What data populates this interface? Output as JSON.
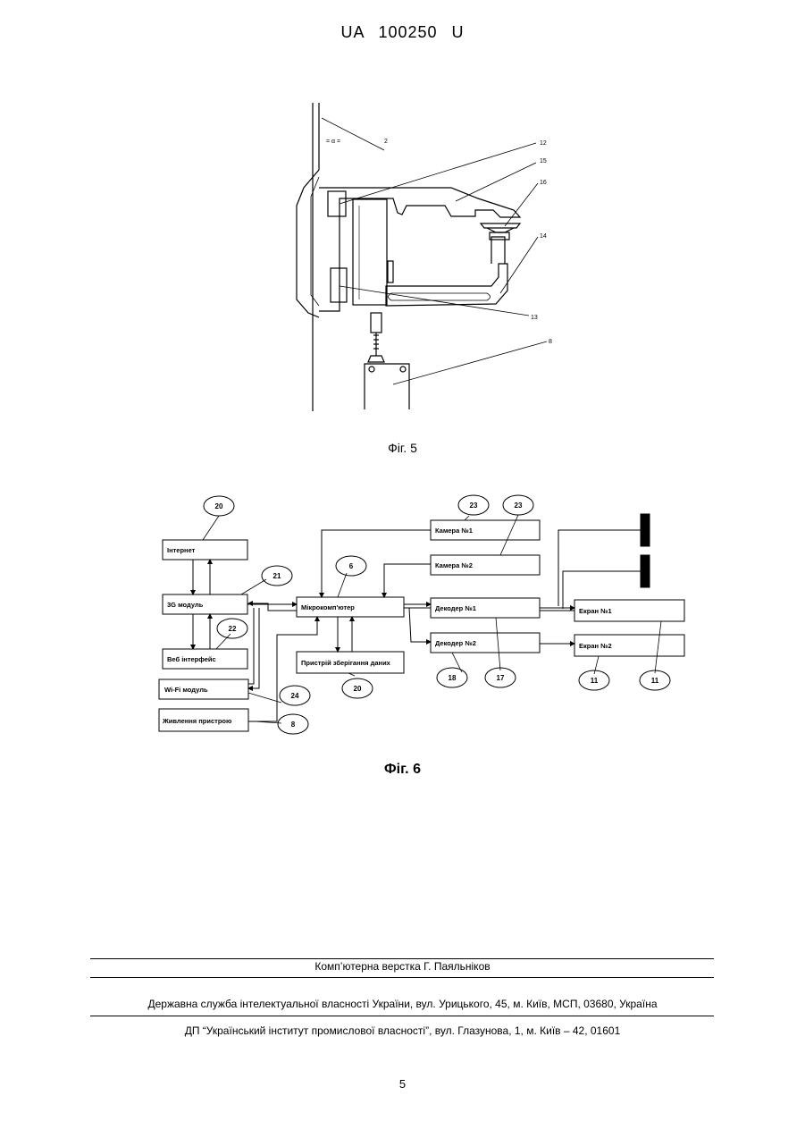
{
  "header": {
    "doc_number": "UA   100250   U"
  },
  "fig5": {
    "caption": "Фіг. 5",
    "labels": [
      "2",
      "12",
      "15",
      "16",
      "14",
      "13",
      "8"
    ],
    "mark_a": "= α ="
  },
  "fig6": {
    "caption": "Фіг. 6",
    "blocks": {
      "internet": "Інтернет",
      "module_3g": "3G модуль",
      "web_interface": "Веб інтерфейс",
      "wifi_module": "Wi-Fi модуль",
      "power": "Живлення пристрою",
      "microcomputer": "Мікрокомп'ютер",
      "storage": "Пристрій зберігання даних",
      "camera1": "Камера №1",
      "camera2": "Камера №2",
      "decoder1": "Декодер №1",
      "decoder2": "Декодер №2",
      "screen1": "Екран №1",
      "screen2": "Екран №2"
    },
    "callouts": {
      "c_internet": "20",
      "c_3g": "21",
      "c_web": "22",
      "c_micro": "6",
      "c_cam1": "23",
      "c_cam2": "23",
      "c_storage": "20",
      "c_wifi": "24",
      "c_power": "8",
      "c_dec2": "18",
      "c_dec1": "17",
      "c_scr2": "11",
      "c_scr1": "11"
    }
  },
  "footer": {
    "compositor": "Комп’ютерна верстка Г. Паяльніков",
    "agency": "Державна служба інтелектуальної власності України, вул. Урицького, 45, м. Київ, МСП, 03680, Україна",
    "institute": "ДП “Український інститут промислової власності”, вул. Глазунова, 1, м. Київ – 42, 01601"
  },
  "page_number": "5"
}
